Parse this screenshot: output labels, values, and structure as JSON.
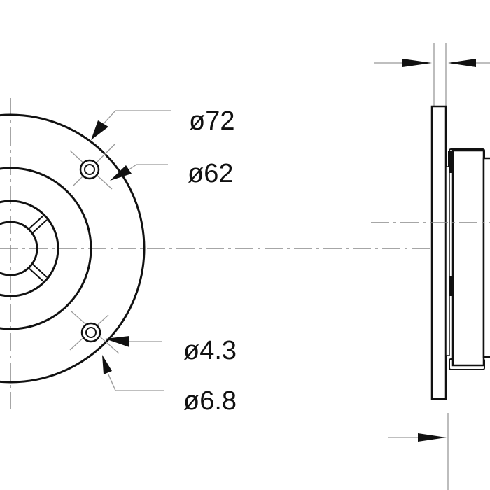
{
  "drawing": {
    "dimensions": [
      {
        "label": "ø72"
      },
      {
        "label": "ø62"
      },
      {
        "label": "ø4.3"
      },
      {
        "label": "ø6.8"
      }
    ],
    "line_color": "#111111"
  }
}
